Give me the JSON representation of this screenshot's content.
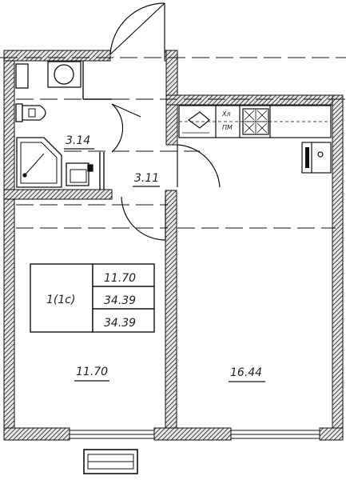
{
  "rooms": {
    "bathroom_area": "3.14",
    "hall_area": "3.11",
    "bedroom_area": "11.70",
    "kitchen_living_area": "16.44"
  },
  "summary": {
    "apartment_type": "1(1с)",
    "living_area": "11.70",
    "total_area": "34.39",
    "total_area_with_balcony": "34.39"
  },
  "appliance_labels": {
    "fridge": "Хл",
    "dishwasher": "ПМ"
  },
  "colors": {
    "wall_hatch": "#1a1a1a",
    "wall_fill": "#e6e6e6",
    "line": "#111111",
    "background": "#ffffff"
  }
}
